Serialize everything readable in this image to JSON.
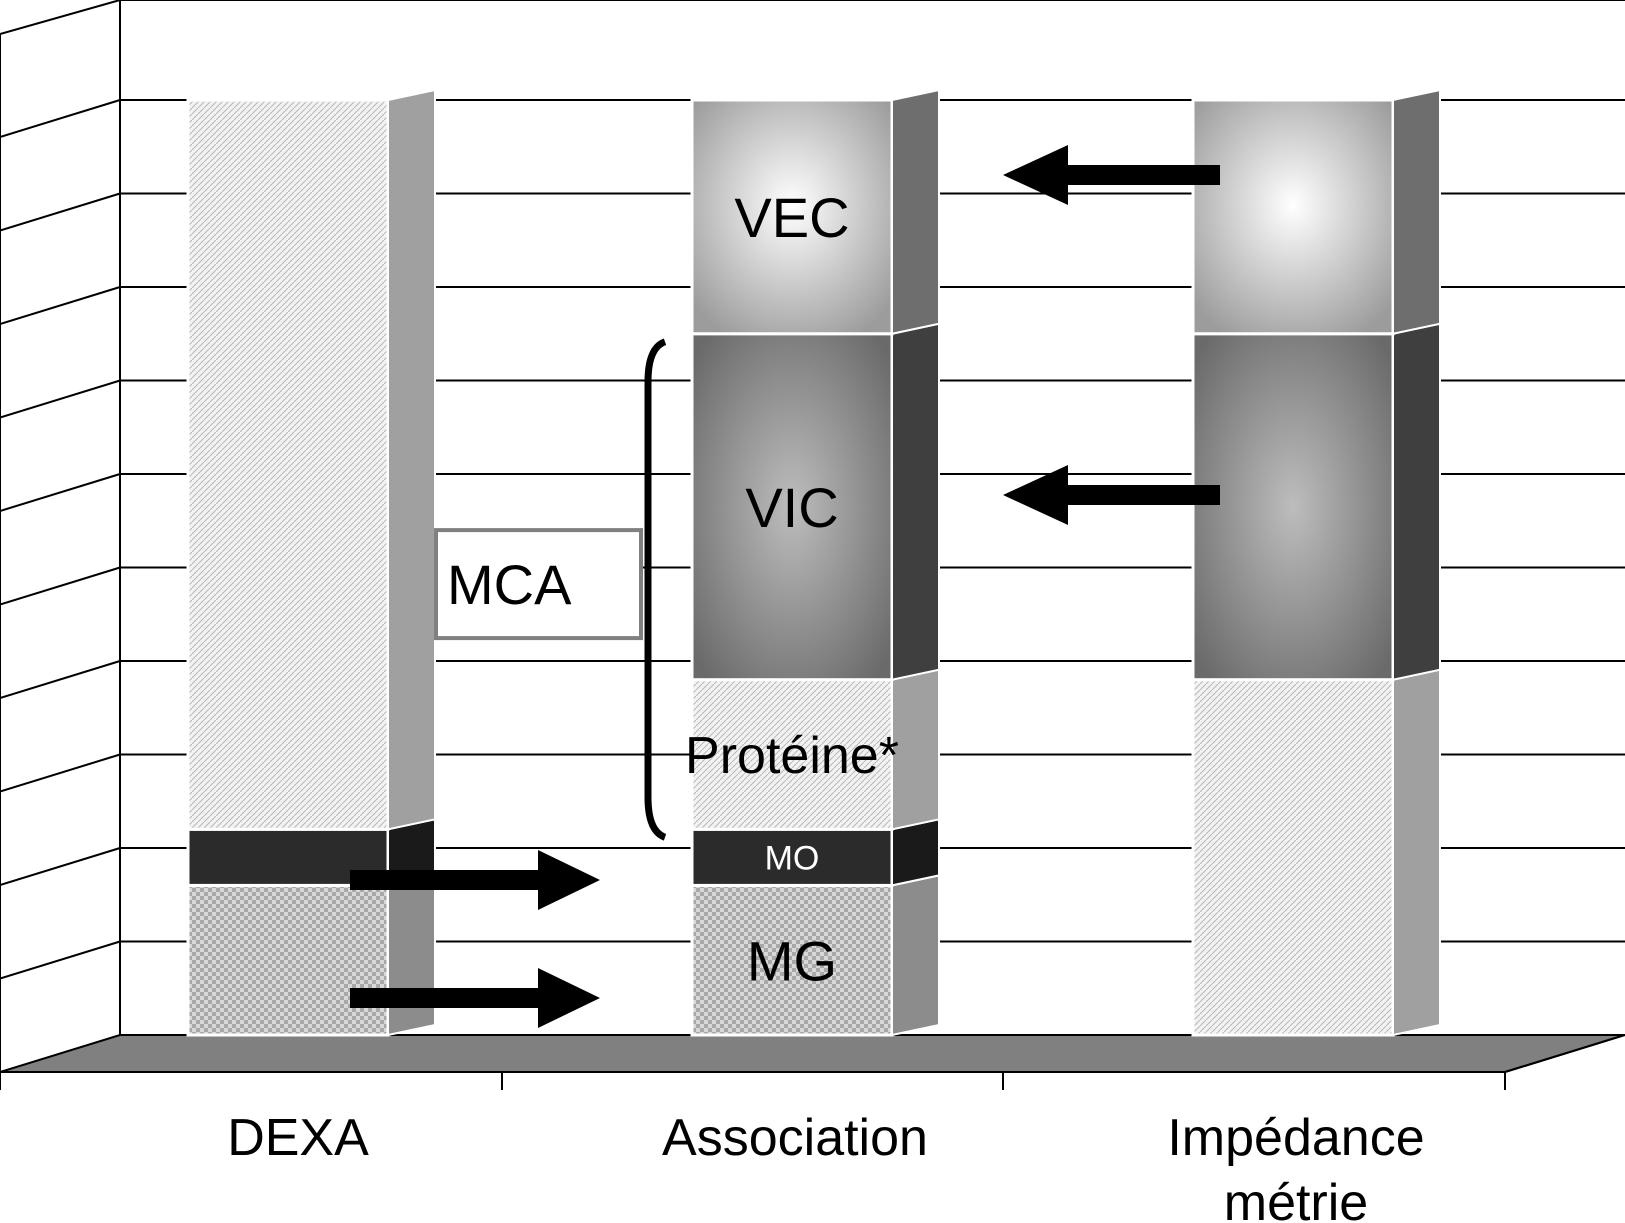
{
  "chart_data": {
    "type": "bar",
    "stacked": true,
    "three_d": true,
    "title": "",
    "xlabel": "",
    "ylabel": "",
    "y_tick_labels": false,
    "grid": true,
    "categories": [
      "DEXA",
      "Association",
      "Impédance\nmétrie"
    ],
    "segment_labels": {
      "mg": "MG",
      "mo": "MO",
      "proteine": "Protéine*",
      "vic": "VIC",
      "vec": "VEC",
      "mca": "MCA"
    },
    "series": [
      {
        "key": "mg",
        "values": [
          1.6,
          1.6,
          0
        ],
        "colors": [
          "#c4c4c4",
          "#c4c4c4",
          "#c4c4c4"
        ]
      },
      {
        "key": "mo",
        "values": [
          0.6,
          0.6,
          0
        ],
        "colors": [
          "#2b2b2b",
          "#2b2b2b",
          "#2b2b2b"
        ]
      },
      {
        "key": "proteine",
        "values": [
          7.8,
          1.6,
          3.8
        ],
        "colors": [
          "#e6e6e6",
          "#e6e6e6",
          "#e6e6e6"
        ]
      },
      {
        "key": "vic",
        "values": [
          0,
          3.7,
          3.7
        ],
        "colors": [
          "#8a8a8a",
          "#8a8a8a",
          "#8a8a8a"
        ]
      },
      {
        "key": "vec",
        "values": [
          0,
          2.5,
          2.5
        ],
        "colors": [
          "#d4d4d4",
          "#d4d4d4",
          "#d4d4d4"
        ]
      }
    ],
    "ylim": [
      0,
      10
    ],
    "annotations": {
      "arrows_left": [
        "vec",
        "vic"
      ],
      "arrows_right": [
        "mo",
        "mg"
      ],
      "mca_box_on": "DEXA",
      "brace_spans": [
        "proteine",
        "vic"
      ]
    }
  }
}
